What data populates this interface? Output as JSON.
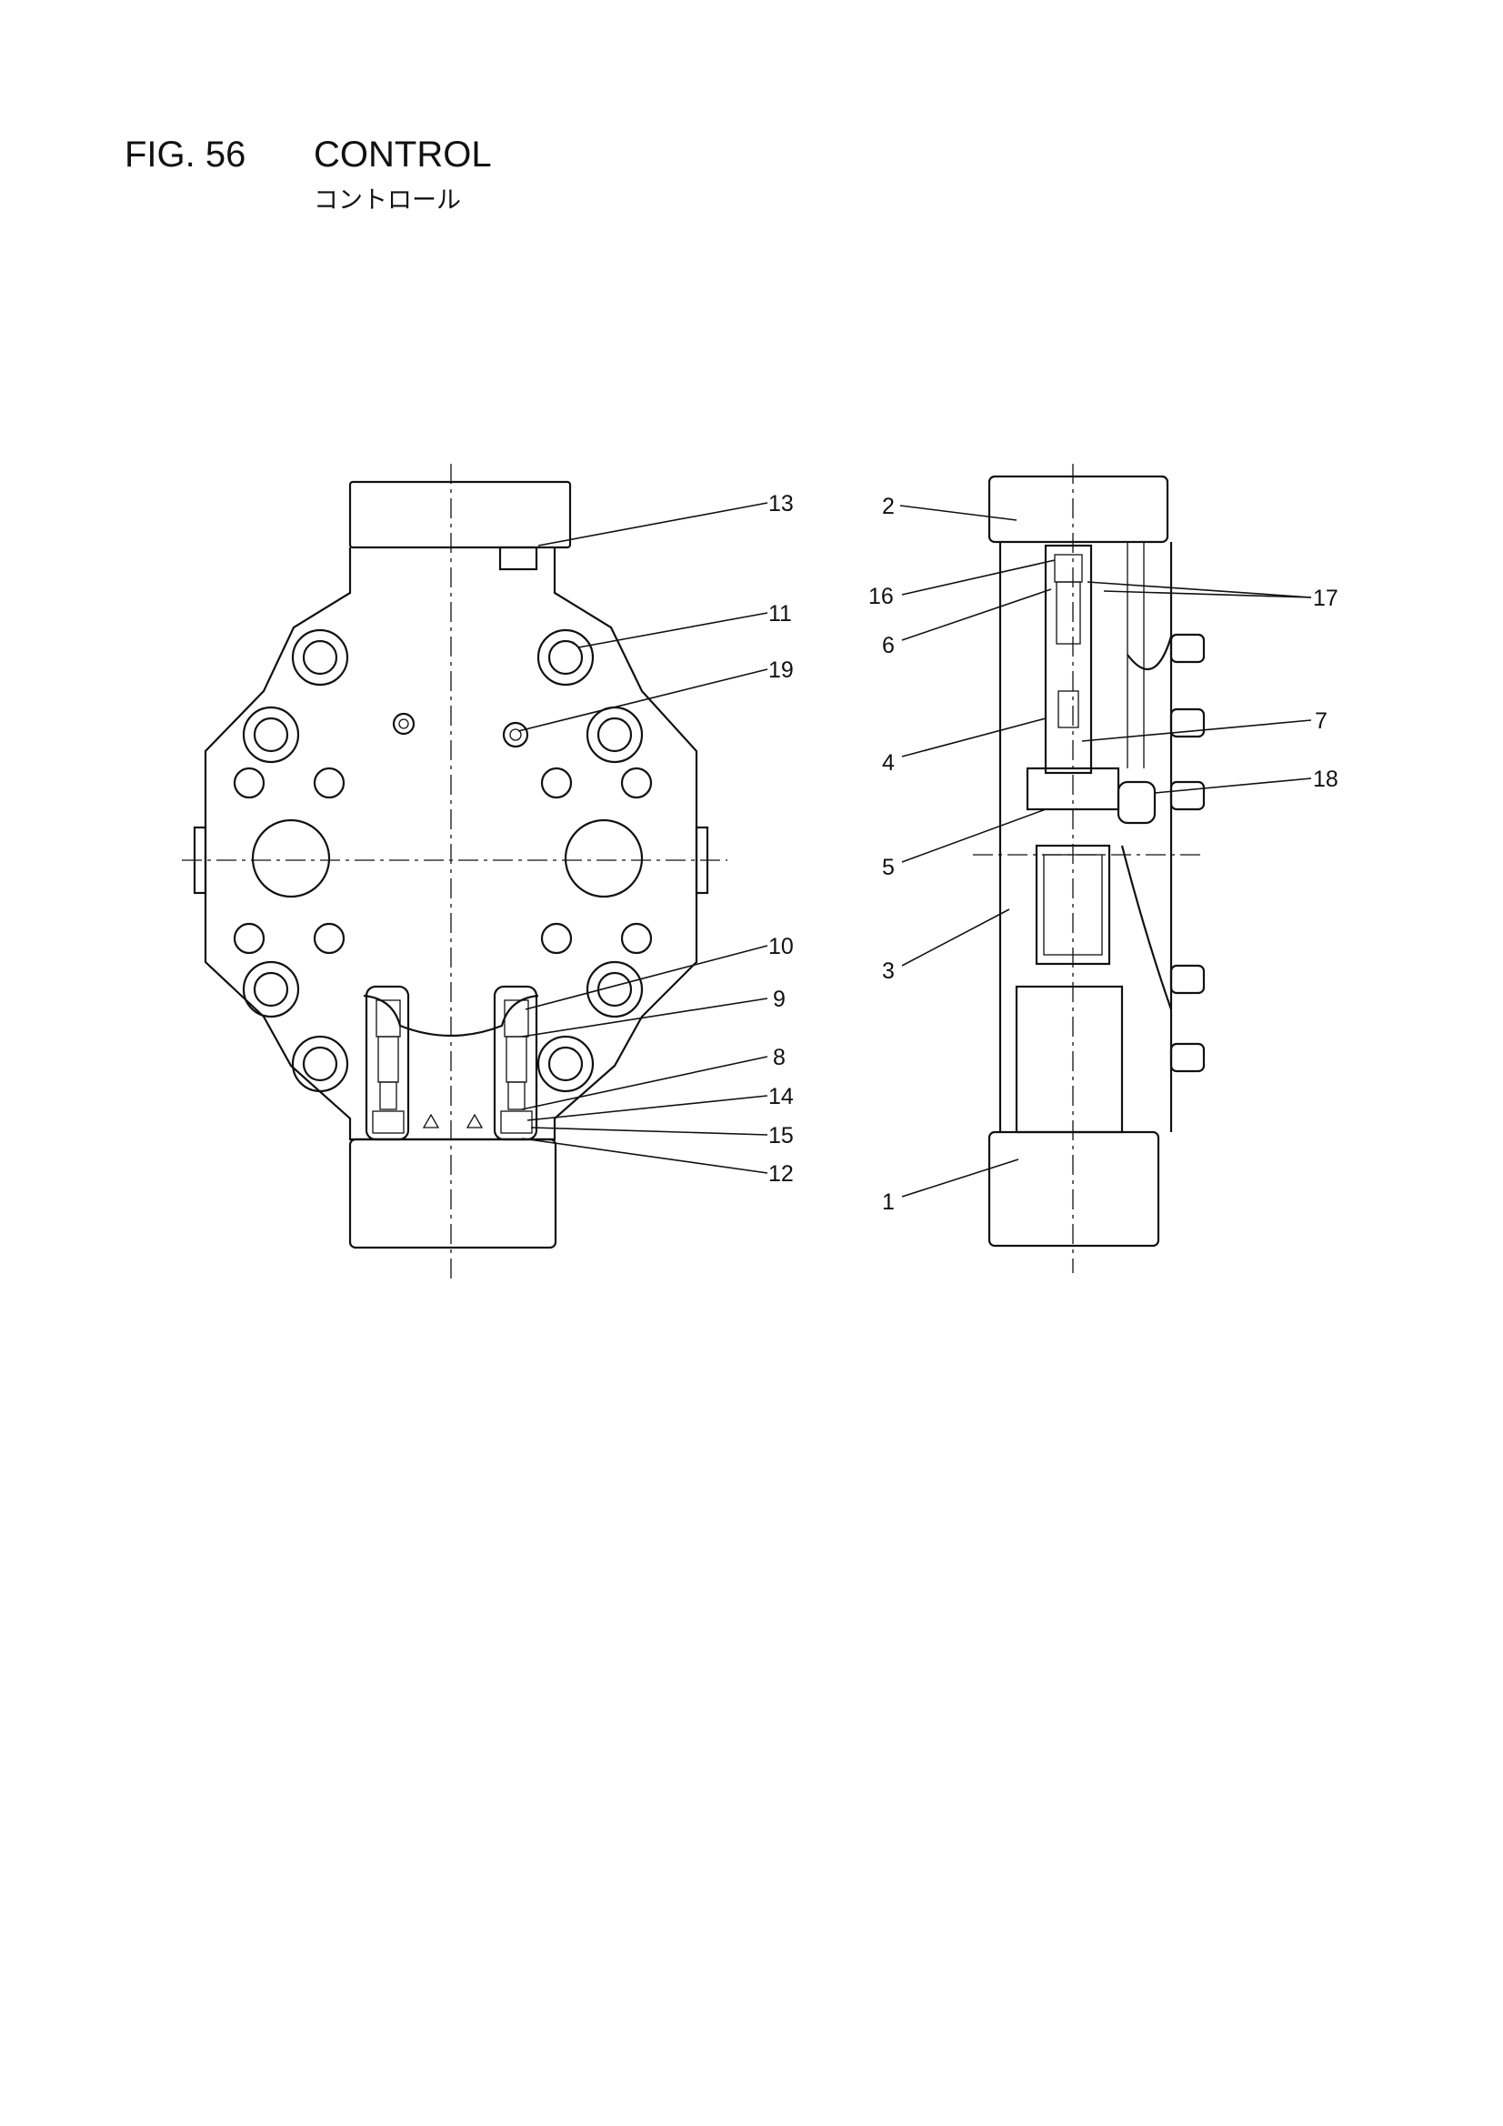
{
  "header": {
    "fig_number": "FIG. 56",
    "title": "CONTROL",
    "subtitle_jp": "コントロール"
  },
  "callouts": {
    "c1": "1",
    "c2": "2",
    "c3": "3",
    "c4": "4",
    "c5": "5",
    "c6": "6",
    "c7": "7",
    "c8": "8",
    "c9": "9",
    "c10": "10",
    "c11": "11",
    "c12": "12",
    "c13": "13",
    "c14": "14",
    "c15": "15",
    "c16": "16",
    "c17": "17",
    "c18": "18",
    "c19": "19"
  }
}
